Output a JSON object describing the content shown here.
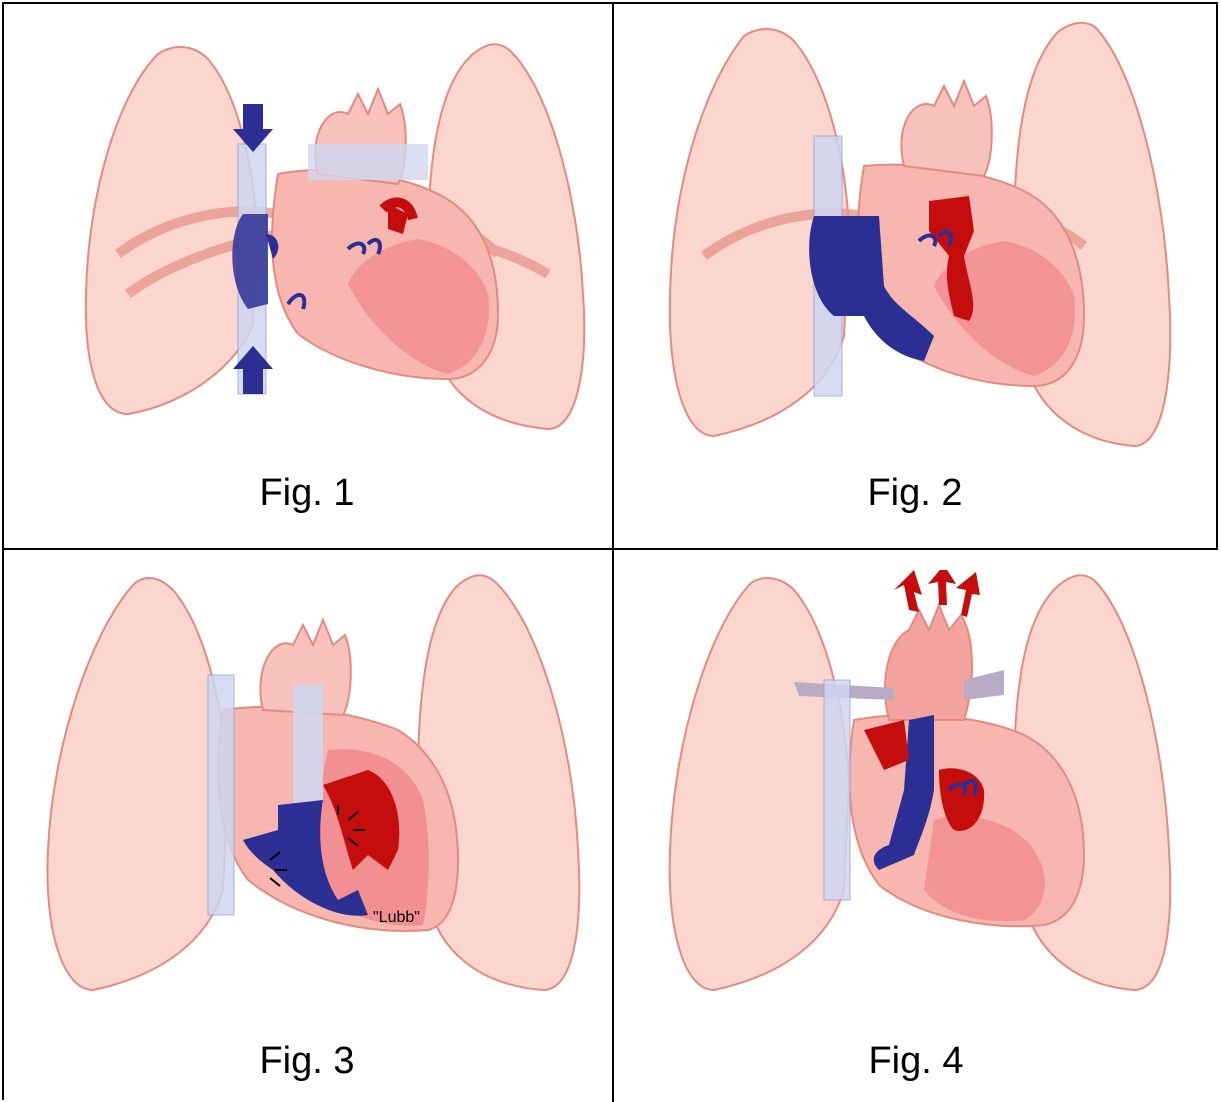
{
  "figures": [
    {
      "caption": "Fig. 1"
    },
    {
      "caption": "Fig. 2"
    },
    {
      "caption": "Fig. 3",
      "annotation": "\"Lubb\""
    },
    {
      "caption": "Fig. 4"
    }
  ],
  "colors": {
    "lung_fill": "#fbd6cf",
    "lung_stroke": "#e58a7f",
    "heart_fill": "#f7b7b0",
    "ventricle_fill": "#f28f93",
    "deoxygenated_blue": "#2b2f94",
    "oxygenated_red": "#c60d0d",
    "vein_blue": "#cfd6f0",
    "artery_pink": "#f1a5a0"
  }
}
